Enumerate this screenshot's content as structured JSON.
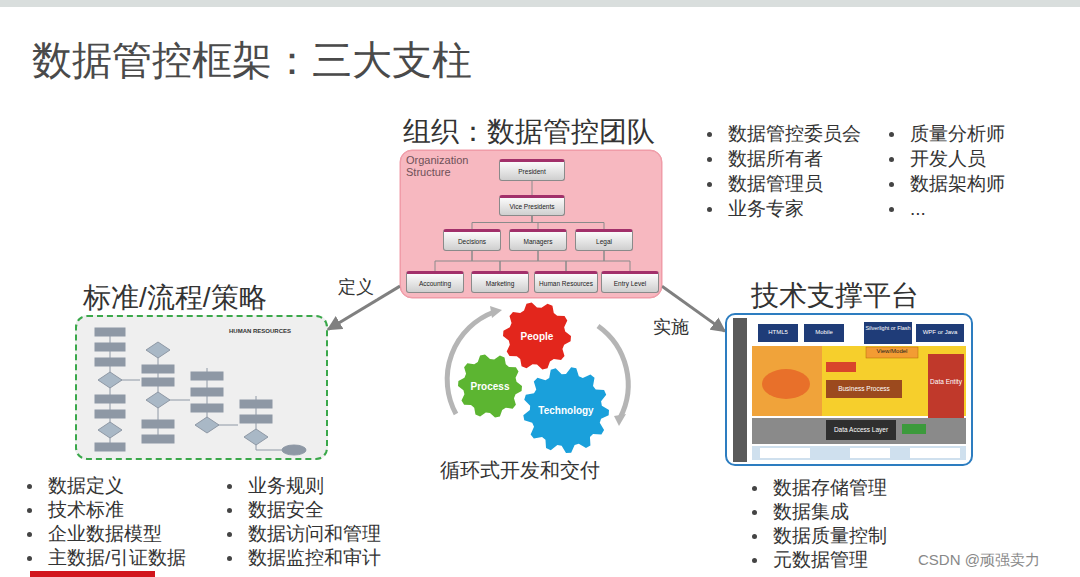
{
  "diagram": {
    "title": "数据管控框架：三大支柱",
    "nodes": [
      {
        "text": [
          "组织：数据管控团队"
        ]
      },
      {
        "text": [
          "President"
        ],
        "in": 0
      },
      {
        "text": [
          "Vice Presidents"
        ],
        "in": 0
      },
      {
        "text": [
          "Decisions"
        ],
        "in": 0
      },
      {
        "text": [
          "Managers"
        ],
        "in": 0
      },
      {
        "text": [
          "Legal"
        ],
        "in": 0
      },
      {
        "text": [
          "Accounting"
        ],
        "in": 0
      },
      {
        "text": [
          "Marketing"
        ],
        "in": 0
      },
      {
        "text": [
          "Human Resources"
        ],
        "in": 0
      },
      {
        "text": [
          "Entry Level"
        ],
        "in": 0
      },
      {
        "text": [
          "标准/流程/策略"
        ]
      },
      {
        "text": [
          "People"
        ]
      },
      {
        "text": [
          "Process"
        ]
      },
      {
        "text": [
          "Technology"
        ]
      },
      {
        "text": [
          "技术支撑平台"
        ]
      }
    ],
    "edges": [
      {
        "from": 0,
        "to": 10,
        "label": "定义",
        "arrow": "to"
      },
      {
        "from": 0,
        "to": 14,
        "label": "实施",
        "arrow": "to"
      },
      {
        "from": 1,
        "to": 2,
        "arrow": "none"
      },
      {
        "from": 2,
        "to": 3,
        "arrow": "none"
      },
      {
        "from": 2,
        "to": 4,
        "arrow": "none"
      },
      {
        "from": 2,
        "to": 5,
        "arrow": "none"
      },
      {
        "from": 3,
        "to": 6,
        "arrow": "none"
      },
      {
        "from": 3,
        "to": 7,
        "arrow": "none"
      },
      {
        "from": 4,
        "to": 7,
        "arrow": "none"
      },
      {
        "from": 4,
        "to": 8,
        "arrow": "none"
      },
      {
        "from": 5,
        "to": 8,
        "arrow": "none"
      },
      {
        "from": 5,
        "to": 9,
        "arrow": "none"
      }
    ],
    "labels": [
      "Organization Structure",
      "数据管控委员会",
      "数据所有者",
      "数据管理员",
      "业务专家",
      "质量分析师",
      "开发人员",
      "数据架构师",
      "...",
      "HUMAN RESOURCES",
      "循环式开发和交付",
      "HTML5",
      "Mobile",
      "Silverlight or Flash",
      "WPF or Java",
      "View/Model",
      "Business Process",
      "Data Access Layer",
      "Data Entity",
      "数据定义",
      "技术标准",
      "企业数据模型",
      "主数据/引证数据",
      "业务规则",
      "数据安全",
      "数据访问和管理",
      "数据监控和审计",
      "数据存储管理",
      "数据集成",
      "数据质量控制",
      "元数据管理",
      "CSDN @顽强卖力"
    ]
  }
}
